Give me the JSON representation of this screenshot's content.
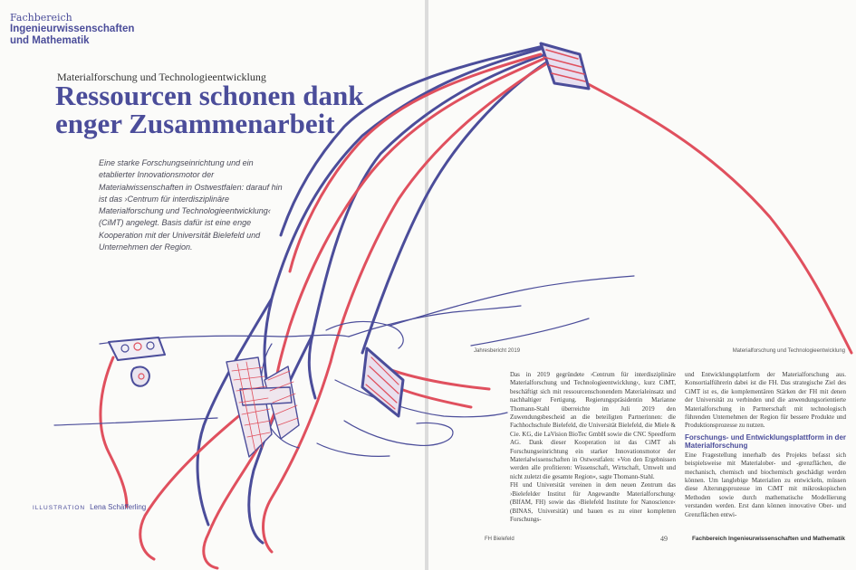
{
  "left_page": {
    "dept_label": "Fachbereich",
    "dept_name": "Ingenieurwissenschaften und Mathematik",
    "kicker": "Materialforschung und Technologieentwicklung",
    "headline": "Ressourcen schonen dank enger Zusammenarbeit",
    "lead": "Eine starke Forschungseinrichtung und ein etablierter Innovationsmotor der Materialwissenschaften in Ostwestfalen: darauf hin ist das ›Centrum für interdisziplinäre Materialforschung und Technologieentwicklung‹ (CiMT) angelegt. Basis dafür ist eine enge Kooperation mit der Universität Bielefeld und Unternehmen der Region.",
    "credit_label": "ILLUSTRATION",
    "credit_name": "Lena Schäfferling"
  },
  "right_page": {
    "running_head_left": "Jahresbericht 2019",
    "running_head_right": "Materialforschung und Technologieentwicklung",
    "col1_p1": "Das in 2019 gegründete ›Centrum für interdisziplinäre Materialforschung und Technologieentwicklung‹, kurz CiMT, beschäftigt sich mit ressourcenschonendem Materialeinsatz und nachhaltiger Fertigung. Regierungspräsidentin Marianne Thomann-Stahl überreichte im Juli 2019 den Zuwendungsbescheid an die beteiligten Partnerinnen: die Fachhochschule Bielefeld, die Universität Bielefeld, die Miele & Cie. KG, die LaVision BioTec GmbH sowie die CNC Speedform AG. Dank dieser Kooperation ist das CiMT als Forschungseinrichtung ein starker Innovationsmotor der Materialwissenschaften in Ostwestfalen: »Von den Ergebnissen werden alle profitieren: Wissenschaft, Wirtschaft, Umwelt und nicht zuletzt die gesamte Region«, sagte Thomann-Stahl.",
    "col1_p2": "FH und Universität vereinen in dem neuen Zentrum das ›Bielefelder Institut für Angewandte Materialforschung‹ (BIfAM, FH) sowie das ›Bielefeld Institute for Nanoscience‹ (BINAS, Universität) und bauen es zu einer kompletten Forschungs-",
    "col2_p1": "und Entwicklungsplattform der Materialforschung aus. Konsortialführerin dabei ist die FH. Das strategische Ziel des CiMT ist es, die komplementären Stärken der FH mit denen der Universität zu verbinden und die anwendungsorientierte Materialforschung in Partnerschaft mit technologisch führenden Unternehmen der Region für bessere Produkte und Produktionsprozesse zu nutzen.",
    "col2_heading": "Forschungs- und Entwicklungsplattform in der Materialforschung",
    "col2_p2": "Eine Fragestellung innerhalb des Projekts befasst sich beispielsweise mit Materialober- und -grenzflächen, die mechanisch, chemisch und biochemisch geschädigt werden können. Um langlebige Materialien zu entwickeln, müssen diese Alterungsprozesse im CiMT mit mikroskopischen Methoden sowie durch mathematische Modellierung verstanden werden. Erst dann können innovative Ober- und Grenzflächen entwi-",
    "folio_left": "FH Bielefeld",
    "folio_number": "49",
    "folio_right": "Fachbereich Ingenieurwissenschaften und Mathematik"
  },
  "colors": {
    "accent_blue": "#4b4d9a",
    "accent_red": "#e0505e",
    "paper": "#fbfbf9"
  }
}
